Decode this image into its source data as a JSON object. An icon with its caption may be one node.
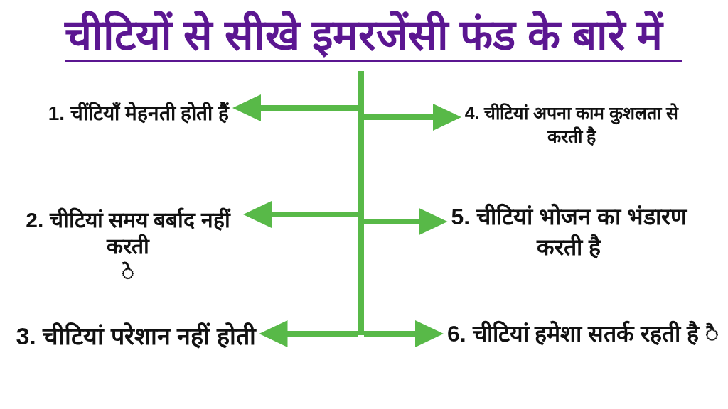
{
  "diagram": {
    "title": "चीटियों से सीखे इमरजेंसी फंड के बारे में",
    "nodes": [
      {
        "text": [
          "1. चींटियाँ मेहनती होती हैं"
        ]
      },
      {
        "text": [
          "2. चीटियां समय बर्बाद नहीं करती",
          "◌े"
        ]
      },
      {
        "text": [
          "3. चीटियां परेशान नहीं होती"
        ]
      },
      {
        "text": [
          "4. चीटियां अपना काम कुशलता से करती है"
        ]
      },
      {
        "text": [
          "5. चीटियां भोजन का भंडारण करती है"
        ]
      },
      {
        "text": [
          "6. चीटियां हमेशा सतर्क रहती है ◌ै"
        ]
      },
      {
        "text": [],
        "shape": "bar"
      }
    ],
    "edges": [
      {
        "from": 6,
        "to": 0,
        "arrow": "to"
      },
      {
        "from": 6,
        "to": 1,
        "arrow": "to"
      },
      {
        "from": 6,
        "to": 2,
        "arrow": "to"
      },
      {
        "from": 6,
        "to": 3,
        "arrow": "to"
      },
      {
        "from": 6,
        "to": 4,
        "arrow": "to"
      },
      {
        "from": 6,
        "to": 5,
        "arrow": "to"
      }
    ]
  }
}
